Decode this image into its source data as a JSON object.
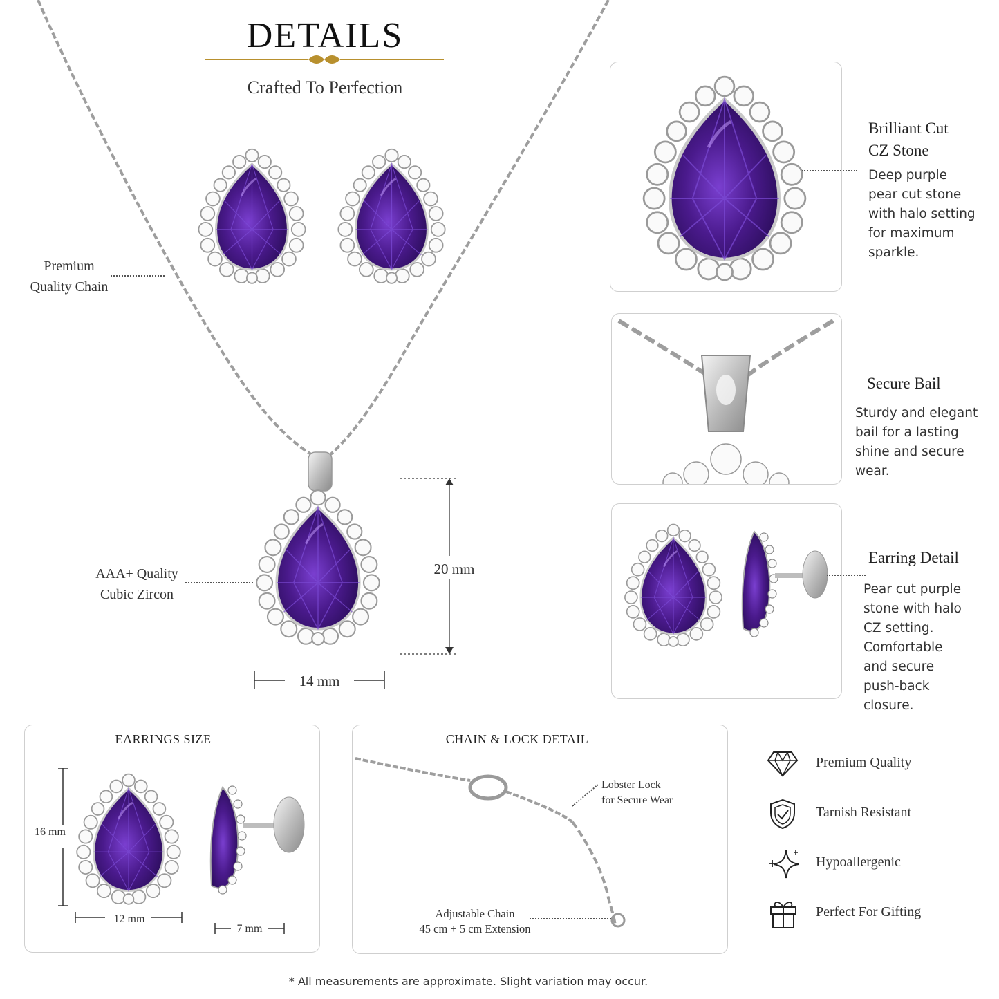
{
  "header": {
    "title": "DETAILS",
    "subtitle": "Crafted To Perfection"
  },
  "callouts": {
    "chain_line1": "Premium",
    "chain_line2": "Quality Chain",
    "zircon_line1": "AAA+ Quality",
    "zircon_line2": "Cubic Zircon",
    "height": "20 mm",
    "width": "14 mm"
  },
  "details": {
    "stone": {
      "heading_line1": "Brilliant Cut",
      "heading_line2": "CZ Stone",
      "lines": [
        "Deep purple",
        "pear cut stone",
        "with halo setting",
        "for maximum",
        "sparkle."
      ]
    },
    "bail": {
      "heading": "Secure Bail",
      "lines": [
        "Sturdy and elegant",
        "bail for a lasting",
        "shine and secure",
        "wear."
      ]
    },
    "earring": {
      "heading": "Earring Detail",
      "lines": [
        "Pear cut purple",
        "stone with halo",
        "CZ setting.",
        "Comfortable",
        "and secure",
        "push-back",
        "closure."
      ]
    }
  },
  "earrings_size": {
    "title": "EARRINGS SIZE",
    "height": "16 mm",
    "width": "12 mm",
    "depth": "7 mm"
  },
  "chain_lock": {
    "title": "CHAIN & LOCK DETAIL",
    "lock_line1": "Lobster Lock",
    "lock_line2": "for Secure Wear",
    "adjust_line1": "Adjustable Chain",
    "adjust_line2": "45 cm + 5 cm Extension"
  },
  "features": [
    {
      "icon": "diamond-icon",
      "label": "Premium Quality"
    },
    {
      "icon": "shield-icon",
      "label": "Tarnish Resistant"
    },
    {
      "icon": "sparkle-icon",
      "label": "Hypoallergenic"
    },
    {
      "icon": "gift-icon",
      "label": "Perfect For Gifting"
    }
  ],
  "footer": {
    "note": "* All measurements are approximate. Slight variation may occur."
  },
  "colors": {
    "gold": "#b8902e",
    "stone_purple": "#4a1a8c",
    "stone_dark": "#240a52",
    "metal": "#c9c9c9"
  }
}
